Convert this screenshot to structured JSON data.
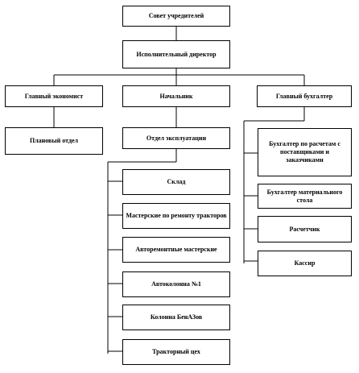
{
  "nodes": {
    "council": "Совет учредителей",
    "exec_director": "Исполнительный директор",
    "chief_economist": "Главный экономист",
    "head": "Начальник",
    "chief_accountant": "Главный бухгалтер",
    "planning_dept": "Плановый отдел",
    "operations_dept": "Отдел эксплуатации",
    "warehouse": "Склад",
    "tractor_repair": "Мастерские по ремонту тракторов",
    "auto_repair": "Авторемонтные мастерские",
    "autocolumn_1": "Автоколонна №1",
    "benaz_column": "Колонна БенАЗов",
    "tractor_shop": "Тракторный цех",
    "acc_settlements": "Бухгалтер по расчетам с поставщиками и заказчиками",
    "acc_material": "Бухгалтер материального стола",
    "payroll_clerk": "Расчетчик",
    "cashier": "Кассир"
  }
}
